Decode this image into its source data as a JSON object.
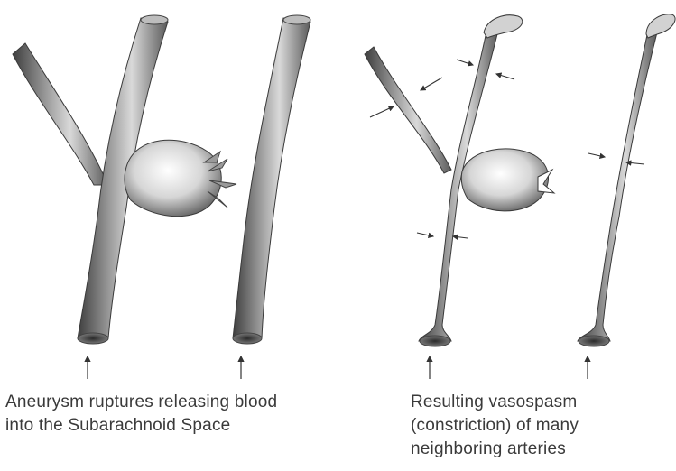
{
  "captions": {
    "left": {
      "line1": "Aneurysm ruptures releasing blood",
      "line2": "into the Subarachnoid Space"
    },
    "right": {
      "line1": "Resulting vasospasm",
      "line2": "(constriction) of many",
      "line3": "neighboring arteries"
    }
  },
  "colors": {
    "vessel_dark": "#4a4a4a",
    "vessel_mid": "#8c8c8c",
    "vessel_light": "#d8d8d8",
    "text": "#3a3a3a"
  }
}
